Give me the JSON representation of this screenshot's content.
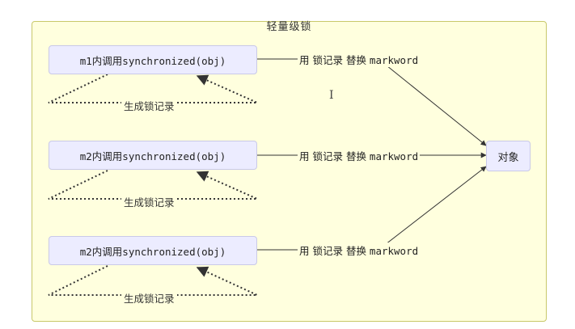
{
  "diagram": {
    "cluster_title": "轻量级锁",
    "nodes": [
      {
        "label": "m1内调用synchronized(obj)"
      },
      {
        "label": "m2内调用synchronized(obj)"
      },
      {
        "label": "m2内调用synchronized(obj)"
      }
    ],
    "target": {
      "label": "对象"
    },
    "edge_labels": [
      {
        "text": "用 锁记录 替换 ",
        "code": "markword"
      },
      {
        "text": "用 锁记录 替换 ",
        "code": "markword"
      },
      {
        "text": "用 锁记录 替换 ",
        "code": "markword"
      }
    ],
    "loop_labels": [
      "生成锁记录",
      "生成锁记录",
      "生成锁记录"
    ],
    "cursor_glyph": "I",
    "colors": {
      "cluster_fill": "#ffffde",
      "cluster_border": "#c8c86a",
      "node_fill": "#ececff",
      "node_border": "#c9c9e8",
      "edge": "#333333"
    }
  }
}
